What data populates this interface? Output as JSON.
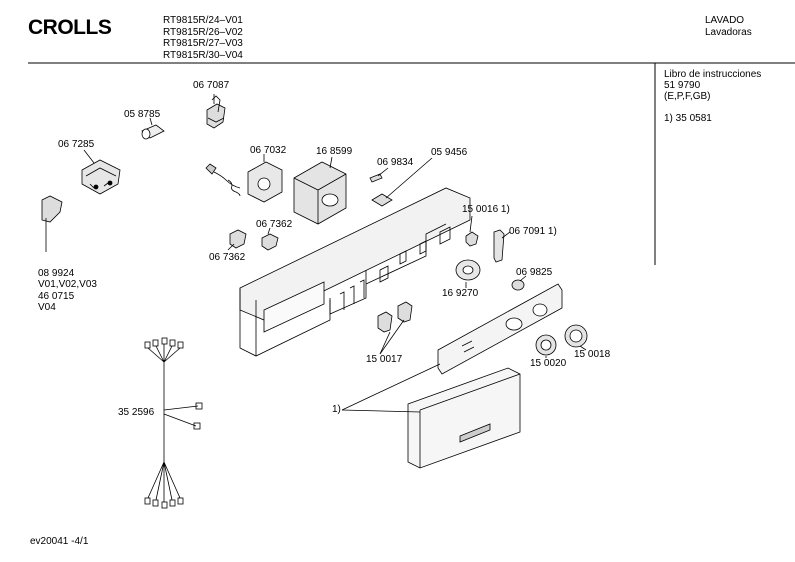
{
  "header": {
    "brand": "CROLLS",
    "models": [
      "RT9815R/24–V01",
      "RT9815R/26–V02",
      "RT9815R/27–V03",
      "RT9815R/30–V04"
    ],
    "category_1": "LAVADO",
    "category_2": "Lavadoras"
  },
  "side_notes": {
    "manual_title": "Libro de instrucciones",
    "manual_number": "51 9790",
    "manual_langs": "(E,P,F,GB)",
    "footnote": "1)  35 0581"
  },
  "parts": {
    "p067087": "06 7087",
    "p058785": "05 8785",
    "p067285": "06 7285",
    "p067032": "06 7032",
    "p168599": "16 8599",
    "p069834": "06 9834",
    "p059456": "05 9456",
    "p150016": "15 0016 1)",
    "p067091": "06 7091 1)",
    "p067362a": "06 7362",
    "p067362b": "06 7362",
    "p089924": "08 9924",
    "variants_1": "V01,V02,V03",
    "p460715": "46 0715",
    "variants_2": "V04",
    "p169270": "16 9270",
    "p069825": "06 9825",
    "p150017": "15 0017",
    "p352596": "35 2596",
    "p150020": "15 0020",
    "p150018": "15 0018",
    "footnote_ref": "1)"
  },
  "footer": {
    "code": "ev20041  -4/1"
  }
}
